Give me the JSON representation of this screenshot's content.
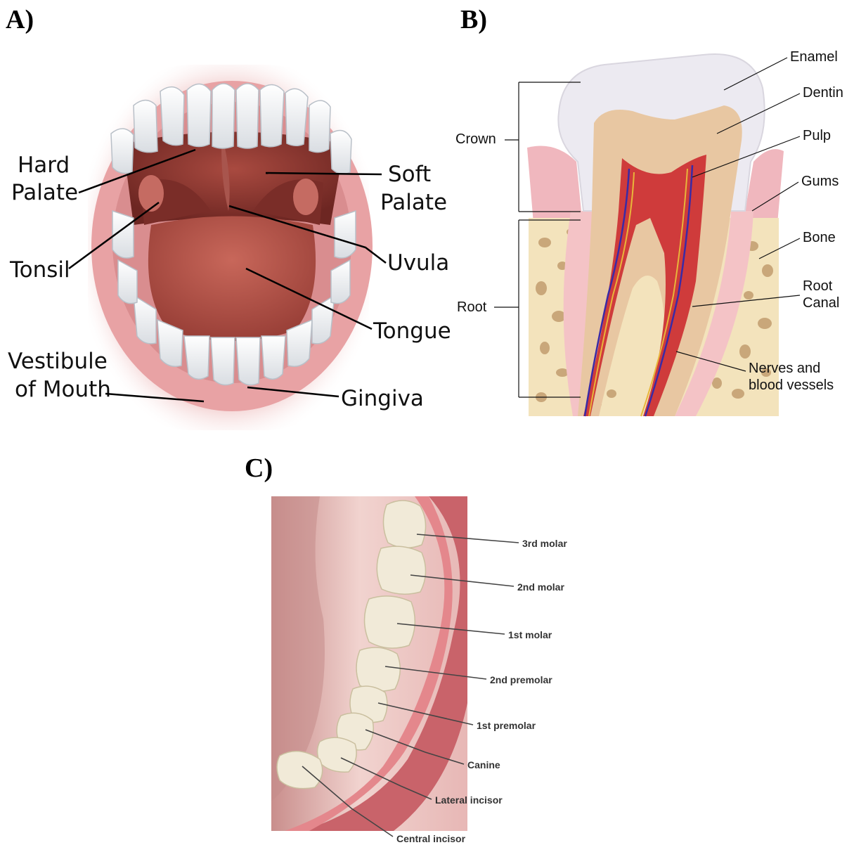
{
  "panels": {
    "a": {
      "letter": "A)",
      "labels": {
        "hard_palate_1": "Hard",
        "hard_palate_2": "Palate",
        "soft_palate_1": "Soft",
        "soft_palate_2": "Palate",
        "tonsil": "Tonsil",
        "uvula": "Uvula",
        "tongue": "Tongue",
        "vestibule_1": "Vestibule",
        "vestibule_2": "of Mouth",
        "gingiva": "Gingiva"
      }
    },
    "b": {
      "letter": "B)",
      "labels": {
        "enamel": "Enamel",
        "dentin": "Dentin",
        "pulp": "Pulp",
        "gums": "Gums",
        "bone": "Bone",
        "root_canal_1": "Root",
        "root_canal_2": "Canal",
        "nerves_1": "Nerves and",
        "nerves_2": "blood vessels",
        "crown": "Crown",
        "root": "Root"
      }
    },
    "c": {
      "letter": "C)",
      "labels": {
        "molar3": "3rd molar",
        "molar2": "2nd molar",
        "molar1": "1st molar",
        "premolar2": "2nd premolar",
        "premolar1": "1st premolar",
        "canine": "Canine",
        "lateral_incisor": "Lateral incisor",
        "central_incisor": "Central incisor"
      }
    }
  },
  "colors": {
    "lip": "#e9a9a9",
    "gum": "#f2b7bd",
    "tongue": "#b5554a",
    "throat": "#8a3530",
    "tooth": "#f5f1ea",
    "enamel": "#ebe8ef",
    "dentin": "#e8c7a2",
    "pulp": "#cf3b3b",
    "bone": "#f3e3bc",
    "bone_hole": "#c9a77a",
    "vessel_blue": "#3a2aa6",
    "vessel_yellow": "#e8b53a"
  }
}
